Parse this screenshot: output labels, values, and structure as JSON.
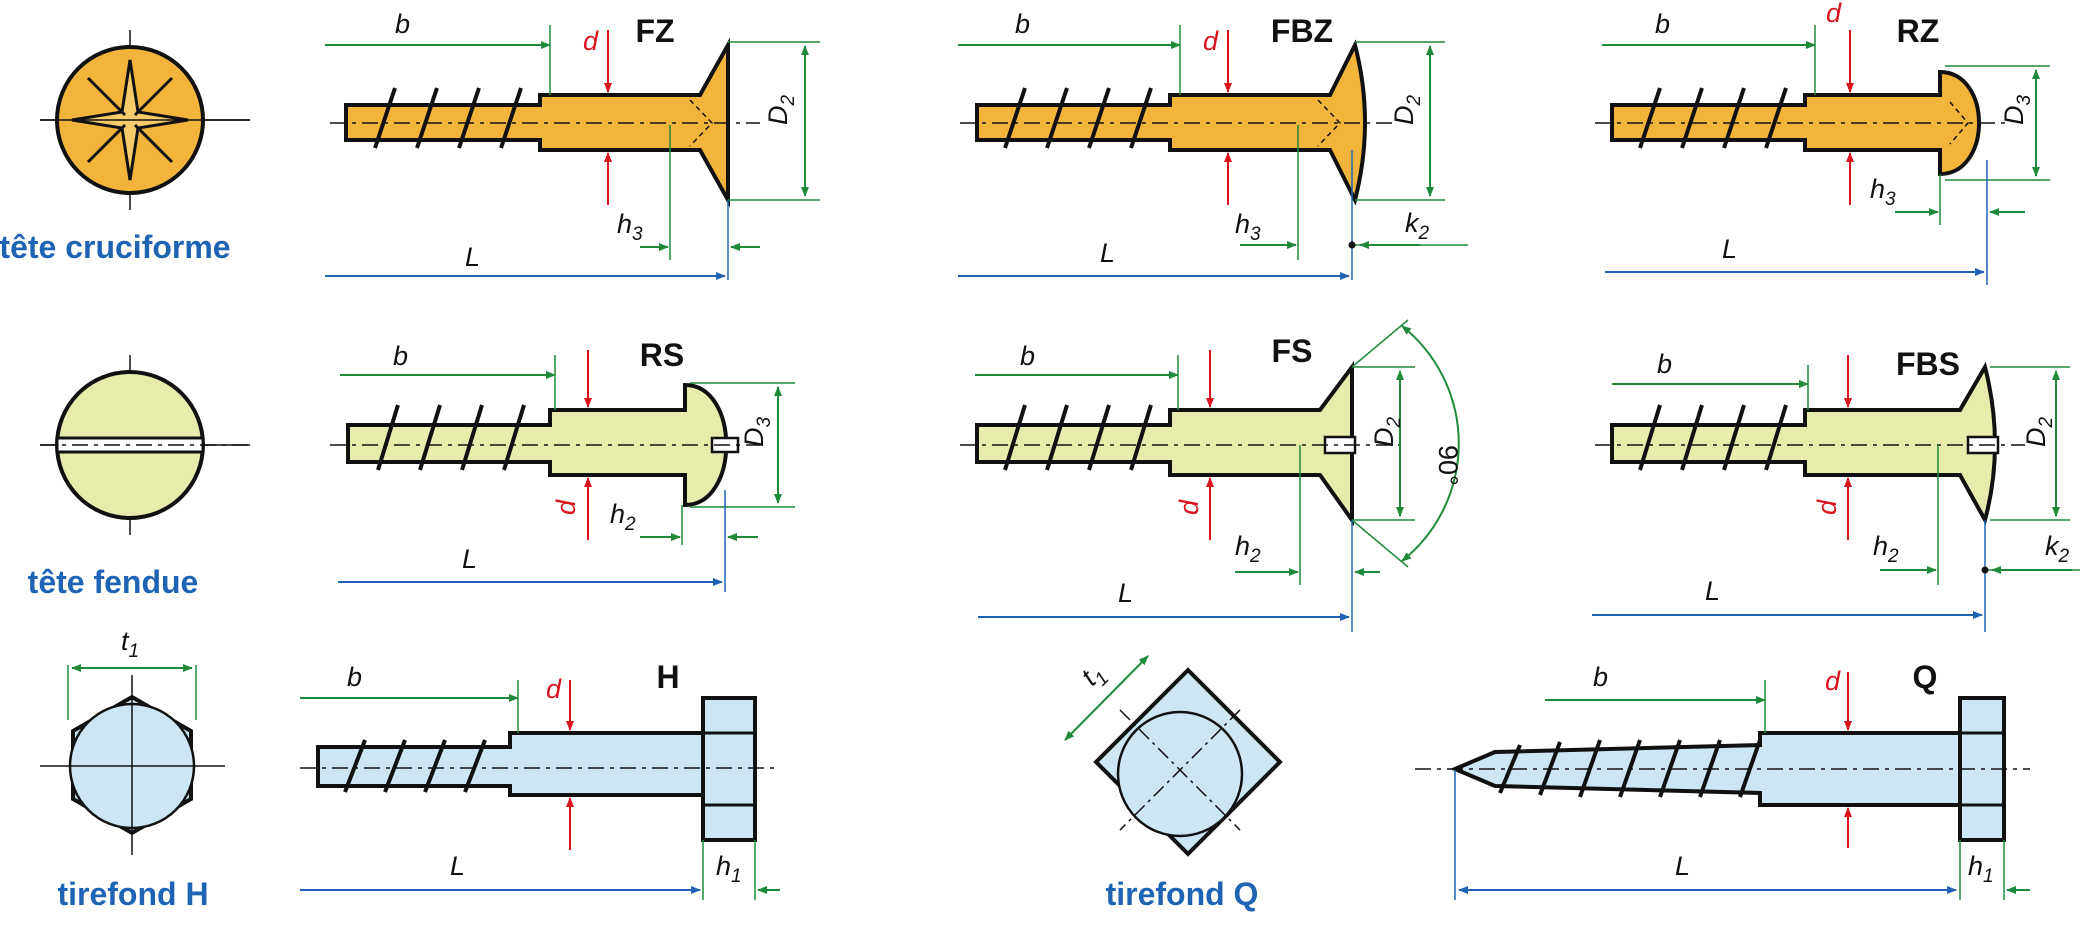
{
  "colors": {
    "green": "#1f8a3a",
    "red": "#d9141c",
    "blue": "#1f64b4",
    "gold": "#f3b43c",
    "khaki": "#e7ecac",
    "steel": "#cde6f3"
  },
  "captions": {
    "cross": "tête cruciforme",
    "slot": "tête fendue",
    "hex": "tirefond H",
    "square": "tirefond Q"
  },
  "codes": {
    "fz": "FZ",
    "fbz": "FBZ",
    "rz": "RZ",
    "rs": "RS",
    "fs": "FS",
    "fbs": "FBS",
    "h": "H",
    "q": "Q"
  },
  "symbols": {
    "b": "b",
    "d": "d",
    "L": "L",
    "D": "D",
    "h": "h",
    "k": "k",
    "t": "t",
    "sub1": "1",
    "sub2": "2",
    "sub3": "3",
    "angle": "90°"
  }
}
